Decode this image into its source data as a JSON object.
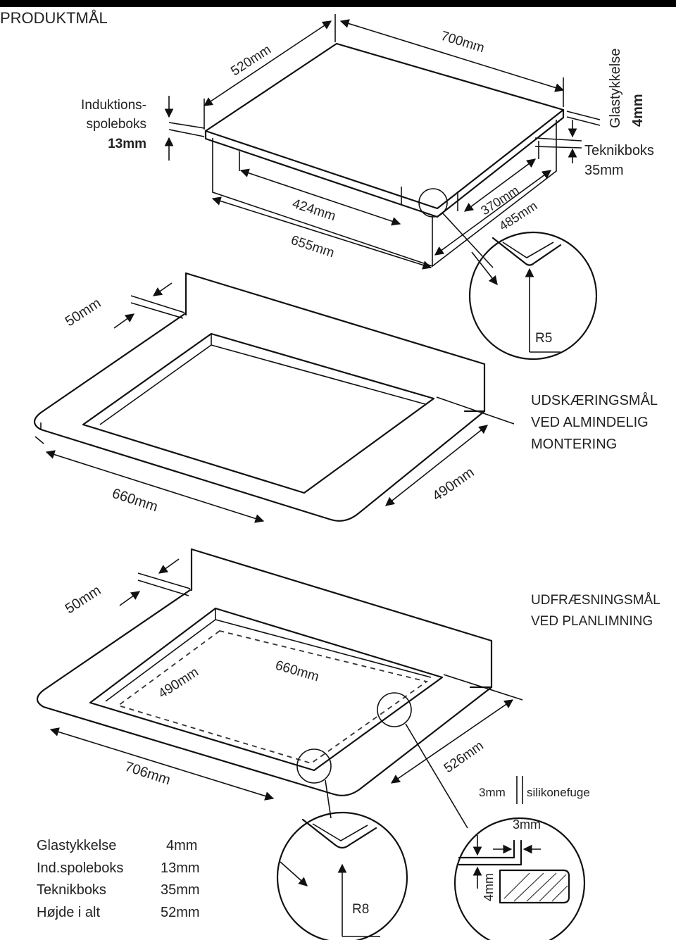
{
  "title": "PRODUKTMÅL",
  "product": {
    "depth": "520mm",
    "width": "700mm",
    "glass_label": "Glastykkelse",
    "glass_value": "4mm",
    "induction_label_1": "Induktions-",
    "induction_label_2": "spoleboks",
    "induction_value": "13mm",
    "tech_label": "Teknikboks",
    "tech_value": "35mm",
    "inner_width": "424mm",
    "base_width": "655mm",
    "inner_depth": "370mm",
    "base_depth": "485mm",
    "corner_radius": "R5"
  },
  "cutout_standard": {
    "title_1": "UDSKÆRINGSMÅL",
    "title_2": "VED ALMINDELIG",
    "title_3": "MONTERING",
    "back_gap": "50mm",
    "width": "660mm",
    "depth": "490mm"
  },
  "cutout_flush": {
    "title_1": "UDFRÆSNINGSMÅL",
    "title_2": "VED PLANLIMNING",
    "back_gap": "50mm",
    "inner_depth": "490mm",
    "inner_width": "660mm",
    "width": "706mm",
    "depth": "526mm",
    "corner_radius": "R8",
    "gap_value": "3mm",
    "gap_label": "silikonefuge",
    "step_width": "3mm",
    "step_depth": "4mm"
  },
  "summary": [
    {
      "label": "Glastykkelse",
      "value": "4mm"
    },
    {
      "label": "Ind.spoleboks",
      "value": "13mm"
    },
    {
      "label": "Teknikboks",
      "value": "35mm"
    },
    {
      "label": "Højde i alt",
      "value": "52mm"
    }
  ]
}
